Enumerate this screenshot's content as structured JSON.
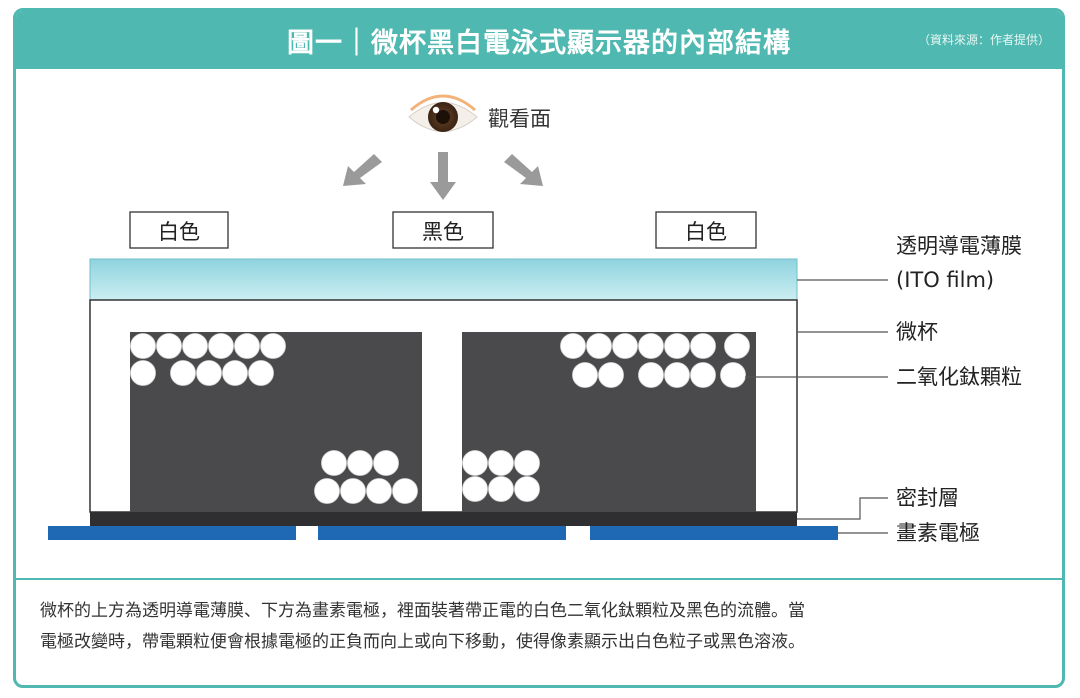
{
  "header": {
    "title": "圖一｜微杯黑白電泳式顯示器的內部結構",
    "source": "（資料來源：作者提供）"
  },
  "diagram": {
    "viewer_label": "觀看面",
    "state_labels": [
      "白色",
      "黑色",
      "白色"
    ],
    "callouts": {
      "ito_line1": "透明導電薄膜",
      "ito_line2": "(ITO film)",
      "microcup": "微杯",
      "tio2": "二氧化鈦顆粒",
      "seal": "密封層",
      "pixel_electrode": "畫素電極"
    }
  },
  "caption": {
    "line1": "微杯的上方為透明導電薄膜、下方為畫素電極，裡面裝著帶正電的白色二氧化鈦顆粒及黑色的流體。當",
    "line2": "電極改變時，帶電顆粒便會根據電極的正負而向上或向下移動，使得像素顯示出白色粒子或黑色溶液。"
  },
  "colors": {
    "frame": "#4fb8b0",
    "ito_film": "#a9dde6",
    "black_fluid": "#4a4a4c",
    "seal_layer": "#2f2f31",
    "electrode": "#1f68b4",
    "arrow": "#9a9a9a"
  }
}
